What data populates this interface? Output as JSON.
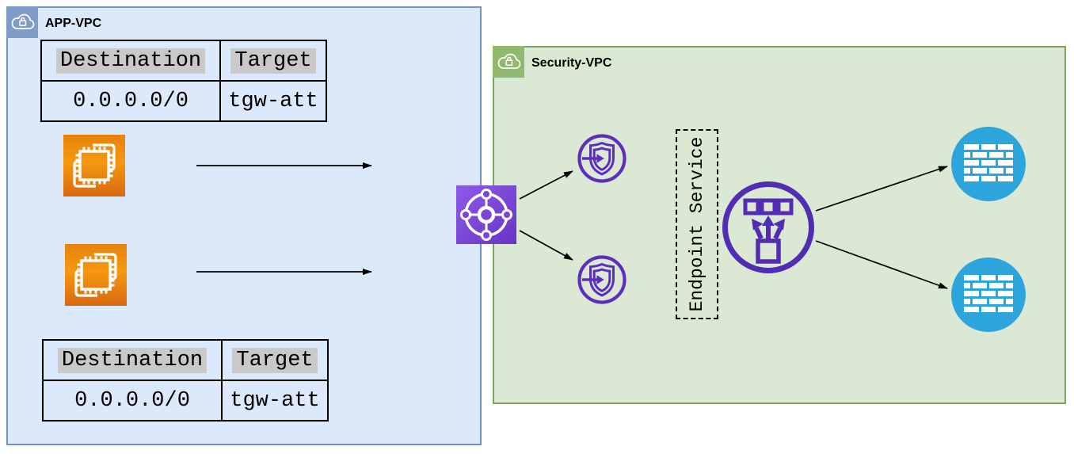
{
  "app_vpc": {
    "label": "APP-VPC",
    "route_table_top": {
      "headers": [
        "Destination",
        "Target"
      ],
      "rows": [
        [
          "0.0.0.0/0",
          "tgw-att"
        ]
      ]
    },
    "route_table_bottom": {
      "headers": [
        "Destination",
        "Target"
      ],
      "rows": [
        [
          "0.0.0.0/0",
          "tgw-att"
        ]
      ]
    },
    "colors": {
      "fill": "#DCE9FA",
      "border": "#7191BE",
      "badge": "#7E9CC8"
    }
  },
  "security_vpc": {
    "label": "Security-VPC",
    "endpoint_service": {
      "label": "Endpoint Service"
    },
    "colors": {
      "fill": "#DBE9D4",
      "border": "#76A65B",
      "badge": "#8FB96F"
    }
  },
  "icons": {
    "vpc_badge": "cloud-lock-icon",
    "compute": "ec2-instance-icon",
    "hub": "transit-gateway-icon",
    "endpoint": "vpc-endpoint-icon",
    "load_balancer": "gateway-load-balancer-icon",
    "firewall": "firewall-icon"
  },
  "colors": {
    "ec2_orange": "#E8820A",
    "tgw_purple": "#7B46D8",
    "endpoint_purple": "#5B2EBE",
    "gwlb_purple": "#512DB3",
    "firewall_blue": "#2CA5DC",
    "header_highlight": "#C9C9C9",
    "arrow": "#000000"
  }
}
